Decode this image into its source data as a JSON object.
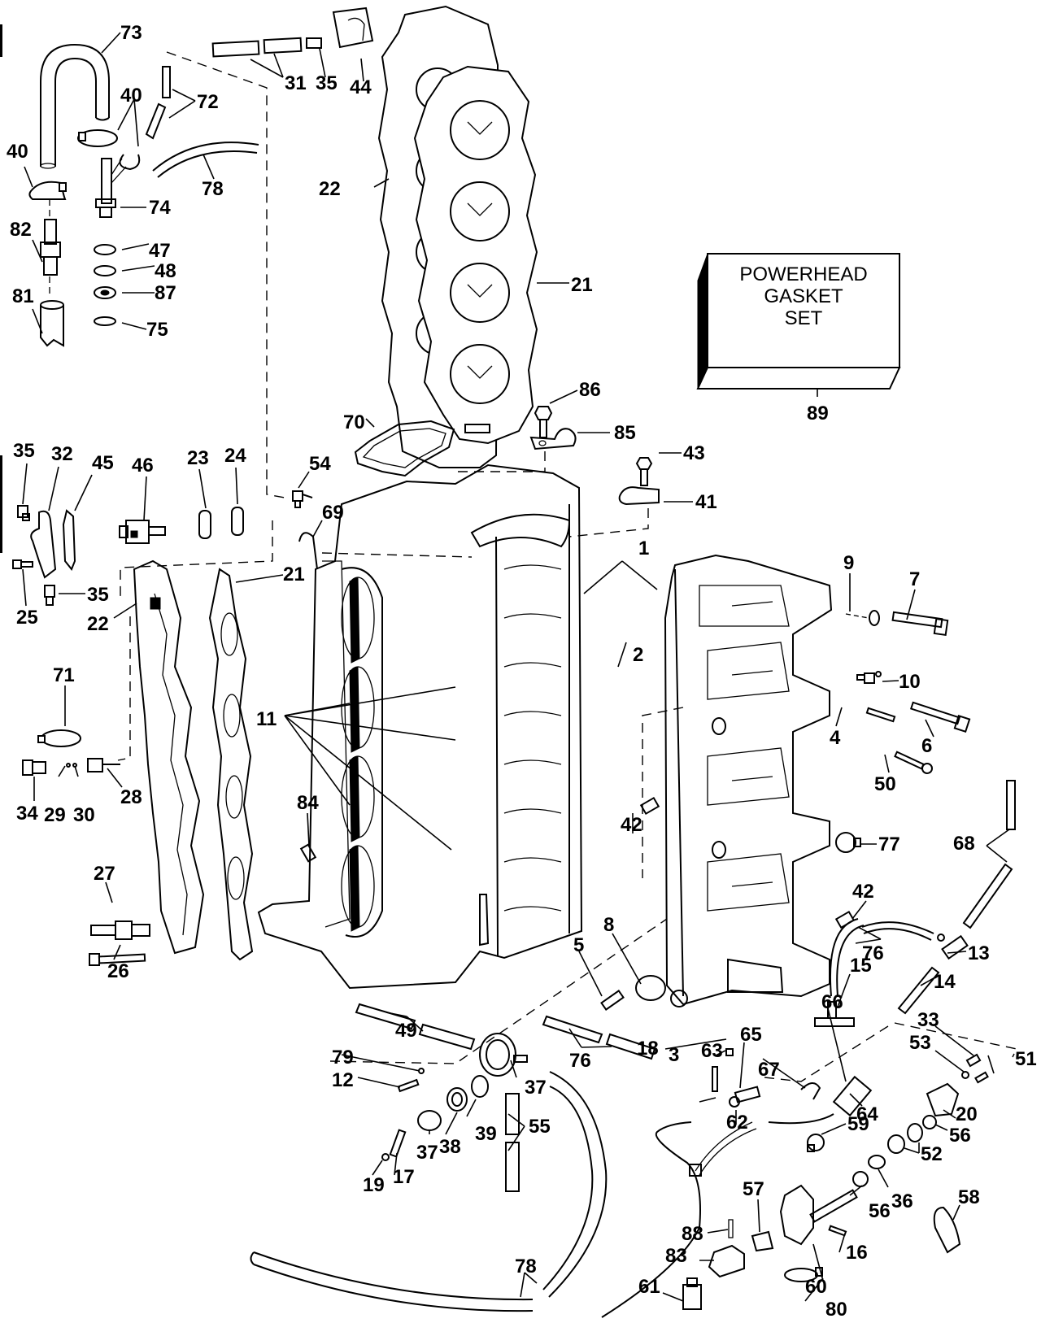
{
  "diagram": {
    "title": "Powerhead exploded view - cylinder block, crankcase, cylinder heads and related parts",
    "kit_box": {
      "lines": [
        "POWERHEAD",
        "GASKET",
        "SET"
      ],
      "ref": "89"
    },
    "callouts": [
      {
        "id": "c73",
        "num": "73"
      },
      {
        "id": "c40a",
        "num": "40"
      },
      {
        "id": "c40b",
        "num": "40"
      },
      {
        "id": "c72",
        "num": "72"
      },
      {
        "id": "c31",
        "num": "31"
      },
      {
        "id": "c35a",
        "num": "35"
      },
      {
        "id": "c44",
        "num": "44"
      },
      {
        "id": "c78a",
        "num": "78"
      },
      {
        "id": "c74",
        "num": "74"
      },
      {
        "id": "c82",
        "num": "82"
      },
      {
        "id": "c47",
        "num": "47"
      },
      {
        "id": "c48",
        "num": "48"
      },
      {
        "id": "c87",
        "num": "87"
      },
      {
        "id": "c81",
        "num": "81"
      },
      {
        "id": "c75",
        "num": "75"
      },
      {
        "id": "c22a",
        "num": "22"
      },
      {
        "id": "c21a",
        "num": "21"
      },
      {
        "id": "c86",
        "num": "86"
      },
      {
        "id": "c85",
        "num": "85"
      },
      {
        "id": "c70",
        "num": "70"
      },
      {
        "id": "c43",
        "num": "43"
      },
      {
        "id": "c41",
        "num": "41"
      },
      {
        "id": "c54",
        "num": "54"
      },
      {
        "id": "c35b",
        "num": "35"
      },
      {
        "id": "c32",
        "num": "32"
      },
      {
        "id": "c45",
        "num": "45"
      },
      {
        "id": "c46",
        "num": "46"
      },
      {
        "id": "c23",
        "num": "23"
      },
      {
        "id": "c24",
        "num": "24"
      },
      {
        "id": "c69",
        "num": "69"
      },
      {
        "id": "c21b",
        "num": "21"
      },
      {
        "id": "c35c",
        "num": "35"
      },
      {
        "id": "c25",
        "num": "25"
      },
      {
        "id": "c22b",
        "num": "22"
      },
      {
        "id": "c1",
        "num": "1"
      },
      {
        "id": "c9",
        "num": "9"
      },
      {
        "id": "c7",
        "num": "7"
      },
      {
        "id": "c2",
        "num": "2"
      },
      {
        "id": "c10",
        "num": "10"
      },
      {
        "id": "c71",
        "num": "71"
      },
      {
        "id": "c11",
        "num": "11"
      },
      {
        "id": "c4",
        "num": "4"
      },
      {
        "id": "c6",
        "num": "6"
      },
      {
        "id": "c28",
        "num": "28"
      },
      {
        "id": "c34",
        "num": "34"
      },
      {
        "id": "c29",
        "num": "29"
      },
      {
        "id": "c30",
        "num": "30"
      },
      {
        "id": "c50",
        "num": "50"
      },
      {
        "id": "c42a",
        "num": "42"
      },
      {
        "id": "c77",
        "num": "77"
      },
      {
        "id": "c84",
        "num": "84"
      },
      {
        "id": "c68",
        "num": "68"
      },
      {
        "id": "c27",
        "num": "27"
      },
      {
        "id": "c42b",
        "num": "42"
      },
      {
        "id": "c26",
        "num": "26"
      },
      {
        "id": "c8",
        "num": "8"
      },
      {
        "id": "c76a",
        "num": "76"
      },
      {
        "id": "c13",
        "num": "13"
      },
      {
        "id": "c5",
        "num": "5"
      },
      {
        "id": "c14",
        "num": "14"
      },
      {
        "id": "c15",
        "num": "15"
      },
      {
        "id": "c49",
        "num": "49"
      },
      {
        "id": "c79",
        "num": "79"
      },
      {
        "id": "c12",
        "num": "12"
      },
      {
        "id": "c76b",
        "num": "76"
      },
      {
        "id": "c18",
        "num": "18"
      },
      {
        "id": "c63",
        "num": "63"
      },
      {
        "id": "c65",
        "num": "65"
      },
      {
        "id": "c66",
        "num": "66"
      },
      {
        "id": "c33",
        "num": "33"
      },
      {
        "id": "c53",
        "num": "53"
      },
      {
        "id": "c51",
        "num": "51"
      },
      {
        "id": "c37a",
        "num": "37"
      },
      {
        "id": "c3",
        "num": "3"
      },
      {
        "id": "c67",
        "num": "67"
      },
      {
        "id": "c64",
        "num": "64"
      },
      {
        "id": "c20",
        "num": "20"
      },
      {
        "id": "c38",
        "num": "38"
      },
      {
        "id": "c39",
        "num": "39"
      },
      {
        "id": "c55",
        "num": "55"
      },
      {
        "id": "c37b",
        "num": "37"
      },
      {
        "id": "c59",
        "num": "59"
      },
      {
        "id": "c62",
        "num": "62"
      },
      {
        "id": "c56a",
        "num": "56"
      },
      {
        "id": "c52",
        "num": "52"
      },
      {
        "id": "c19",
        "num": "19"
      },
      {
        "id": "c17",
        "num": "17"
      },
      {
        "id": "c57",
        "num": "57"
      },
      {
        "id": "c36",
        "num": "36"
      },
      {
        "id": "c56b",
        "num": "56"
      },
      {
        "id": "c58",
        "num": "58"
      },
      {
        "id": "c88",
        "num": "88"
      },
      {
        "id": "c16",
        "num": "16"
      },
      {
        "id": "c83",
        "num": "83"
      },
      {
        "id": "c78b",
        "num": "78"
      },
      {
        "id": "c60",
        "num": "60"
      },
      {
        "id": "c61",
        "num": "61"
      },
      {
        "id": "c80",
        "num": "80"
      }
    ]
  }
}
